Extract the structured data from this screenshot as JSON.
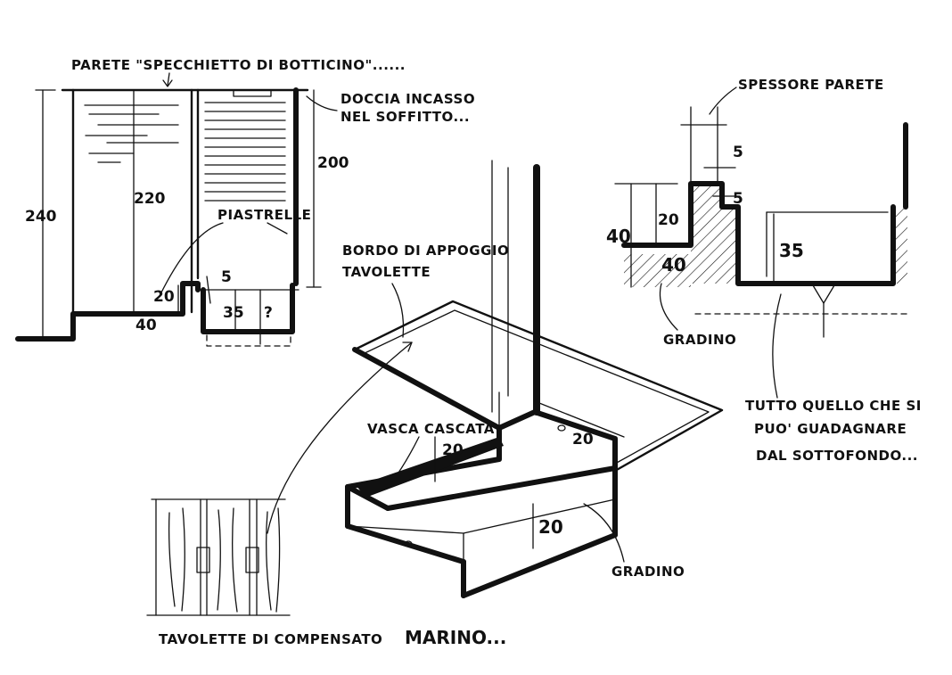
{
  "labels": {
    "wall_title": "PARETE \"SPECCHIETTO DI BOTTICINO\"......",
    "shower": "DOCCIA INCASSO",
    "shower2": "NEL SOFFITTO...",
    "tiles": "PIASTRELLE",
    "border": "BORDO DI APPOGGIO",
    "border2": "TAVOLETTE",
    "wall_thickness": "SPESSORE PARETE",
    "step_section": "GRADINO",
    "subfloor1": "TUTTO QUELLO CHE SI",
    "subfloor2": "PUO' GUADAGNARE",
    "subfloor3": "DAL SOTTOFONDO...",
    "cascade_tub": "VASCA CASCATA",
    "step_iso": "GRADINO",
    "plywood": "TAVOLETTE DI COMPENSATO",
    "plywood_marine": "MARINO..."
  },
  "dims": {
    "h240": "240",
    "h220": "220",
    "h200": "200",
    "d5_left": "5",
    "d20_left": "20",
    "d40_left": "40",
    "d35_left": "35",
    "dq": "?",
    "d5_top": "5",
    "d5_mid": "5",
    "d20_sec": "20",
    "d40_sec": "40",
    "d40_fill": "40",
    "d35_sec": "35",
    "iso20_a": "20",
    "iso20_b": "20",
    "iso20_c": "20"
  }
}
